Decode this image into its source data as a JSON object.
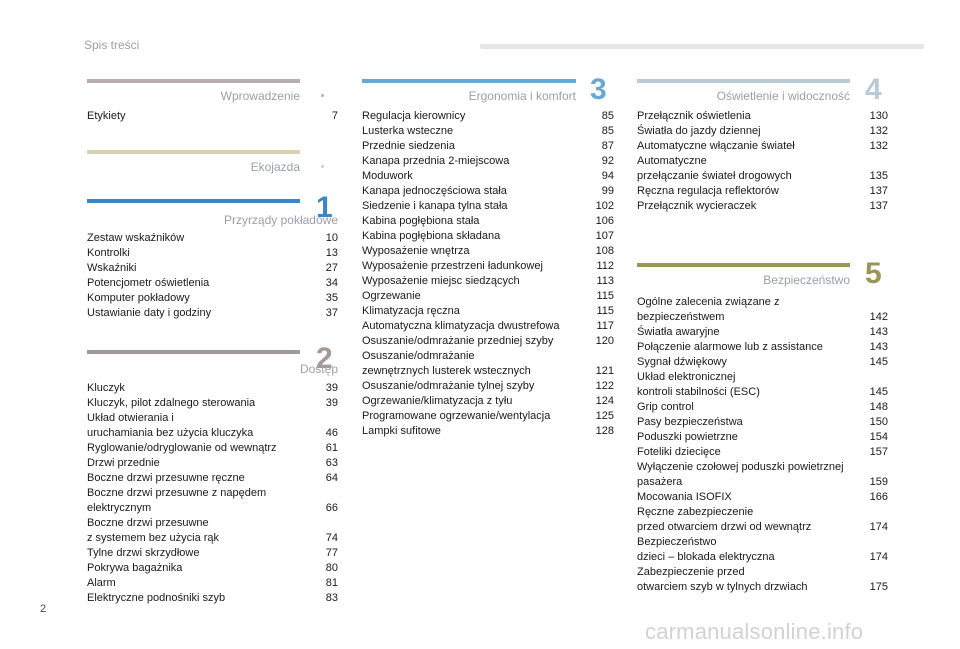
{
  "header": {
    "title": "Spis treści"
  },
  "footer": {
    "page_number": "2",
    "watermark": "carmanualsonline.info"
  },
  "sections": {
    "wprowadzenie": {
      "title": "Wprowadzenie",
      "color": "#b8acb0",
      "entries": [
        {
          "title": "Etykiety",
          "page": "7"
        }
      ]
    },
    "ekojazda": {
      "title": "Ekojazda",
      "color": "#d6cfb0",
      "entries": []
    },
    "przyrzady": {
      "title": "Przyrządy pokładowe",
      "color": "#3e86c0",
      "number": "1",
      "entries": [
        {
          "title": "Zestaw wskaźników",
          "page": "10"
        },
        {
          "title": "Kontrolki",
          "page": "13"
        },
        {
          "title": "Wskaźniki",
          "page": "27"
        },
        {
          "title": "Potencjometr oświetlenia",
          "page": "34"
        },
        {
          "title": "Komputer pokładowy",
          "page": "35"
        },
        {
          "title": "Ustawianie daty i godziny",
          "page": "37"
        }
      ]
    },
    "dostep": {
      "title": "Dostęp",
      "color": "#a39a98",
      "number": "2",
      "entries": [
        {
          "title": "Kluczyk",
          "page": "39"
        },
        {
          "title": "Kluczyk, pilot zdalnego sterowania",
          "page": "39"
        },
        {
          "title": "Układ otwierania i\nuruchamiania bez użycia kluczyka",
          "page": "46"
        },
        {
          "title": "Ryglowanie/odryglowanie od wewnątrz",
          "page": "61"
        },
        {
          "title": "Drzwi przednie",
          "page": "63"
        },
        {
          "title": "Boczne drzwi przesuwne ręczne",
          "page": "64"
        },
        {
          "title": "Boczne drzwi przesuwne z napędem\nelektrycznym",
          "page": "66"
        },
        {
          "title": "Boczne drzwi przesuwne\nz systemem bez użycia rąk",
          "page": "74"
        },
        {
          "title": "Tylne drzwi skrzydłowe",
          "page": "77"
        },
        {
          "title": "Pokrywa bagażnika",
          "page": "80"
        },
        {
          "title": "Alarm",
          "page": "81"
        },
        {
          "title": "Elektryczne podnośniki szyb",
          "page": "83"
        }
      ]
    },
    "ergonomia": {
      "title": "Ergonomia i komfort",
      "color": "#6aa8d4",
      "number": "3",
      "entries": [
        {
          "title": "Regulacja kierownicy",
          "page": "85"
        },
        {
          "title": "Lusterka wsteczne",
          "page": "85"
        },
        {
          "title": "Przednie siedzenia",
          "page": "87"
        },
        {
          "title": "Kanapa przednia 2-miejscowa",
          "page": "92"
        },
        {
          "title": "Moduwork",
          "page": "94"
        },
        {
          "title": "Kanapa jednoczęściowa stała",
          "page": "99"
        },
        {
          "title": "Siedzenie i kanapa tylna stała",
          "page": "102"
        },
        {
          "title": "Kabina pogłębiona stała",
          "page": "106"
        },
        {
          "title": "Kabina pogłębiona składana",
          "page": "107"
        },
        {
          "title": "Wyposażenie wnętrza",
          "page": "108"
        },
        {
          "title": "Wyposażenie przestrzeni ładunkowej",
          "page": "112"
        },
        {
          "title": "Wyposażenie miejsc siedzących",
          "page": "113"
        },
        {
          "title": "Ogrzewanie",
          "page": "115"
        },
        {
          "title": "Klimatyzacja ręczna",
          "page": "115"
        },
        {
          "title": "Automatyczna klimatyzacja dwustrefowa",
          "page": "117"
        },
        {
          "title": "Osuszanie/odmrażanie przedniej szyby",
          "page": "120"
        },
        {
          "title": "Osuszanie/odmrażanie\nzewnętrznych lusterek wstecznych",
          "page": "121"
        },
        {
          "title": "Osuszanie/odmrażanie tylnej szyby",
          "page": "122"
        },
        {
          "title": "Ogrzewanie/klimatyzacja z tyłu",
          "page": "124"
        },
        {
          "title": "Programowane ogrzewanie/wentylacja",
          "page": "125"
        },
        {
          "title": "Lampki sufitowe",
          "page": "128"
        }
      ]
    },
    "oswietlenie": {
      "title": "Oświetlenie i widoczność",
      "color": "#b9cbd6",
      "number": "4",
      "entries": [
        {
          "title": "Przełącznik oświetlenia",
          "page": "130"
        },
        {
          "title": "Światła do jazdy dziennej",
          "page": "132"
        },
        {
          "title": "Automatyczne włączanie świateł",
          "page": "132"
        },
        {
          "title": "Automatyczne\nprzełączanie świateł drogowych",
          "page": "135"
        },
        {
          "title": "Ręczna regulacja reflektorów",
          "page": "137"
        },
        {
          "title": "Przełącznik wycieraczek",
          "page": "137"
        }
      ]
    },
    "bezpieczenstwo": {
      "title": "Bezpieczeństwo",
      "color": "#9a9558",
      "number": "5",
      "entries": [
        {
          "title": "Ogólne zalecenia związane z\nbezpieczeństwem",
          "page": "142"
        },
        {
          "title": "Światła awaryjne",
          "page": "143"
        },
        {
          "title": "Połączenie alarmowe lub z assistance",
          "page": "143"
        },
        {
          "title": "Sygnał dźwiękowy",
          "page": "145"
        },
        {
          "title": "Układ elektronicznej\nkontroli stabilności (ESC)",
          "page": "145"
        },
        {
          "title": "Grip control",
          "page": "148"
        },
        {
          "title": "Pasy bezpieczeństwa",
          "page": "150"
        },
        {
          "title": "Poduszki powietrzne",
          "page": "154"
        },
        {
          "title": "Foteliki dziecięce",
          "page": "157"
        },
        {
          "title": "Wyłączenie czołowej poduszki powietrznej\npasażera",
          "page": "159"
        },
        {
          "title": "Mocowania ISOFIX",
          "page": "166"
        },
        {
          "title": "Ręczne zabezpieczenie\nprzed otwarciem drzwi od wewnątrz",
          "page": "174"
        },
        {
          "title": "Bezpieczeństwo\ndzieci – blokada elektryczna",
          "page": "174"
        },
        {
          "title": "Zabezpieczenie przed\notwarciem szyb w tylnych drzwiach",
          "page": "175"
        }
      ]
    }
  }
}
